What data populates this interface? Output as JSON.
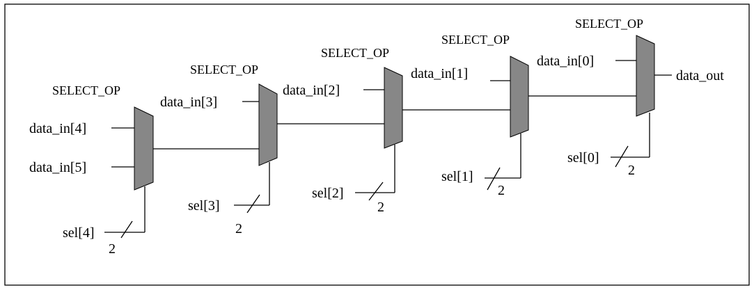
{
  "diagram": {
    "stages": [
      {
        "title": "SELECT_OP",
        "inputs": [
          "data_in[4]",
          "data_in[5]"
        ],
        "sel": "sel[4]",
        "width": "2"
      },
      {
        "title": "SELECT_OP",
        "inputs": [
          "data_in[3]"
        ],
        "sel": "sel[3]",
        "width": "2"
      },
      {
        "title": "SELECT_OP",
        "inputs": [
          "data_in[2]"
        ],
        "sel": "sel[2]",
        "width": "2"
      },
      {
        "title": "SELECT_OP",
        "inputs": [
          "data_in[1]"
        ],
        "sel": "sel[1]",
        "width": "2"
      },
      {
        "title": "SELECT_OP",
        "inputs": [
          "data_in[0]"
        ],
        "sel": "sel[0]",
        "width": "2"
      }
    ],
    "output": "data_out"
  },
  "colors": {
    "mux_fill": "#878787",
    "stroke": "#000000",
    "background": "#ffffff"
  }
}
